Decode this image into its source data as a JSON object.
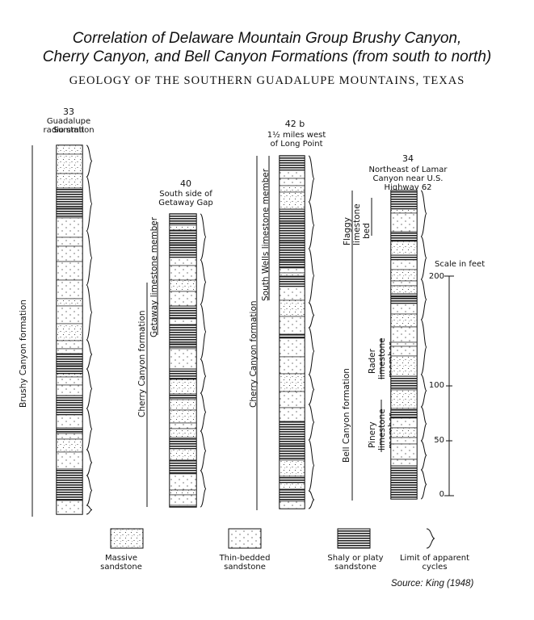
{
  "title": {
    "line1": "Correlation of Delaware Mountain Group Brushy Canyon,",
    "line2": "Cherry Canyon, and Bell Canyon Formations (from south to north)"
  },
  "subtitle": "GEOLOGY OF THE SOUTHERN GUADALUPE MOUNTAINS, TEXAS",
  "sections": [
    {
      "number": "33",
      "location": [
        "Guadalupe Summit",
        "radio station"
      ],
      "formation": "Brushy Canyon formation"
    },
    {
      "number": "40",
      "location": [
        "South side of",
        "Getaway Gap"
      ],
      "formation": "Cherry Canyon formation",
      "member": "Getaway limestone member"
    },
    {
      "number": "42 b",
      "location": [
        "1½ miles west",
        "of Long Point"
      ],
      "formation": "Cherry Canyon formation",
      "member": "South Wells limestone member"
    },
    {
      "number": "34",
      "location": [
        "Northeast of Lamar",
        "Canyon near U.S.",
        "Highway 62"
      ],
      "formation": "Bell Canyon formation",
      "members": [
        [
          "Flaggy",
          "limestone",
          "bed"
        ],
        [
          "Rader",
          "limestone",
          "member"
        ],
        [
          "Pinery",
          "limestone",
          "member"
        ]
      ]
    }
  ],
  "scale": {
    "title": "Scale in feet",
    "ticks": [
      "200",
      "100",
      "50",
      "0"
    ]
  },
  "legend": [
    {
      "label": [
        "Massive",
        "sandstone"
      ]
    },
    {
      "label": [
        "Thin-bedded",
        "sandstone"
      ]
    },
    {
      "label": [
        "Shaly or platy",
        "sandstone"
      ]
    },
    {
      "label": [
        "Limit of apparent",
        "cycles"
      ]
    }
  ],
  "source": "Source: King (1948)"
}
